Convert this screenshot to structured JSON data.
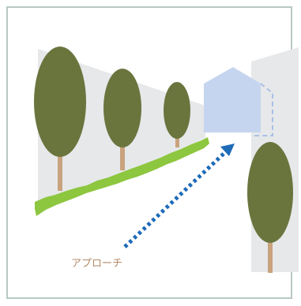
{
  "caption": {
    "approach_label": "アプローチ"
  },
  "colors": {
    "frame_border": "#b6c9c2",
    "wall": "#e6e8ea",
    "tree_canopy": "#6a753e",
    "tree_trunk": "#c8a37e",
    "hedge": "#8dc63f",
    "house": "#c6d5ef",
    "house_dashed": "#a9c0e6",
    "arrow": "#1e6bb8",
    "label_text": "#b28a67"
  },
  "icons": {
    "approach_arrow": "dotted-arrow",
    "house": "house-outline",
    "trees": "tree"
  }
}
